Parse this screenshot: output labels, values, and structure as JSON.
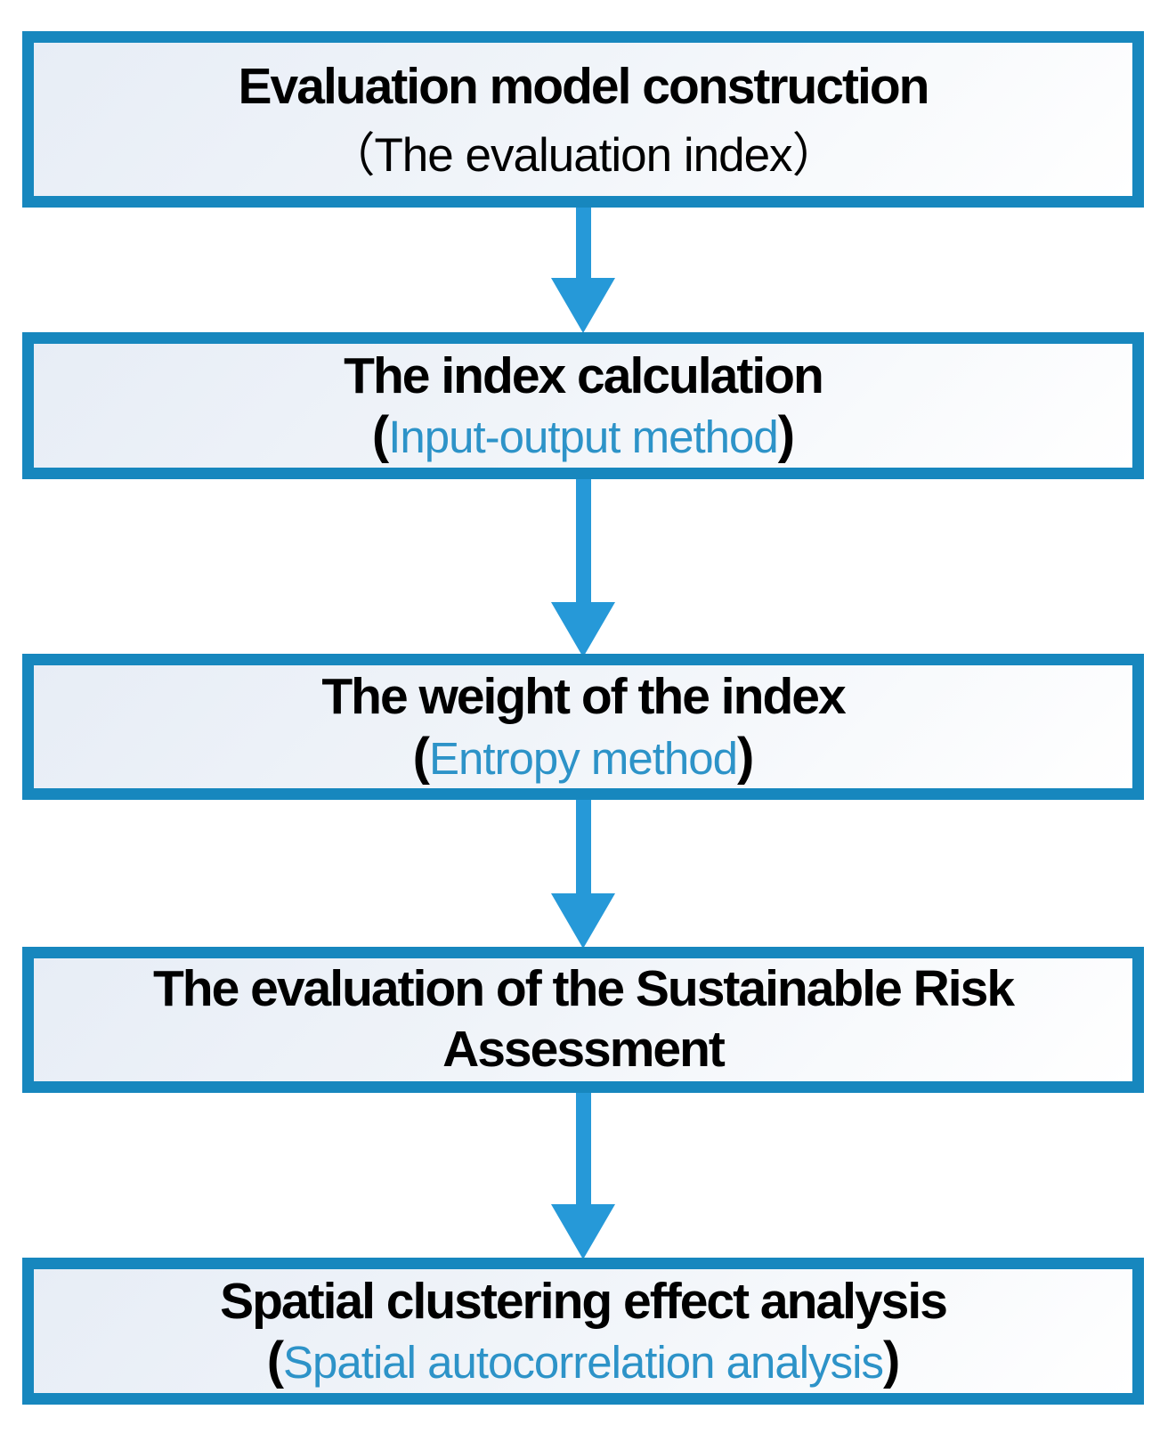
{
  "diagram": {
    "colors": {
      "box_border": "#1787BE",
      "arrow": "#2699D8",
      "accent_text": "#2D93C8",
      "title_text": "#000000"
    },
    "boxes": [
      {
        "title": "Evaluation model construction",
        "method_open": "（",
        "method": "The evaluation index",
        "method_close": "）"
      },
      {
        "title": "The index calculation",
        "method_open": "(",
        "method": "Input-output method",
        "method_close": ")"
      },
      {
        "title": "The weight of the index",
        "method_open": "(",
        "method": "Entropy method",
        "method_close": ")"
      },
      {
        "title": "The evaluation of the Sustainable Risk",
        "title_line2": "Assessment"
      },
      {
        "title": "Spatial clustering effect analysis",
        "method_open": "(",
        "method": "Spatial autocorrelation analysis",
        "method_close": ")"
      }
    ]
  }
}
